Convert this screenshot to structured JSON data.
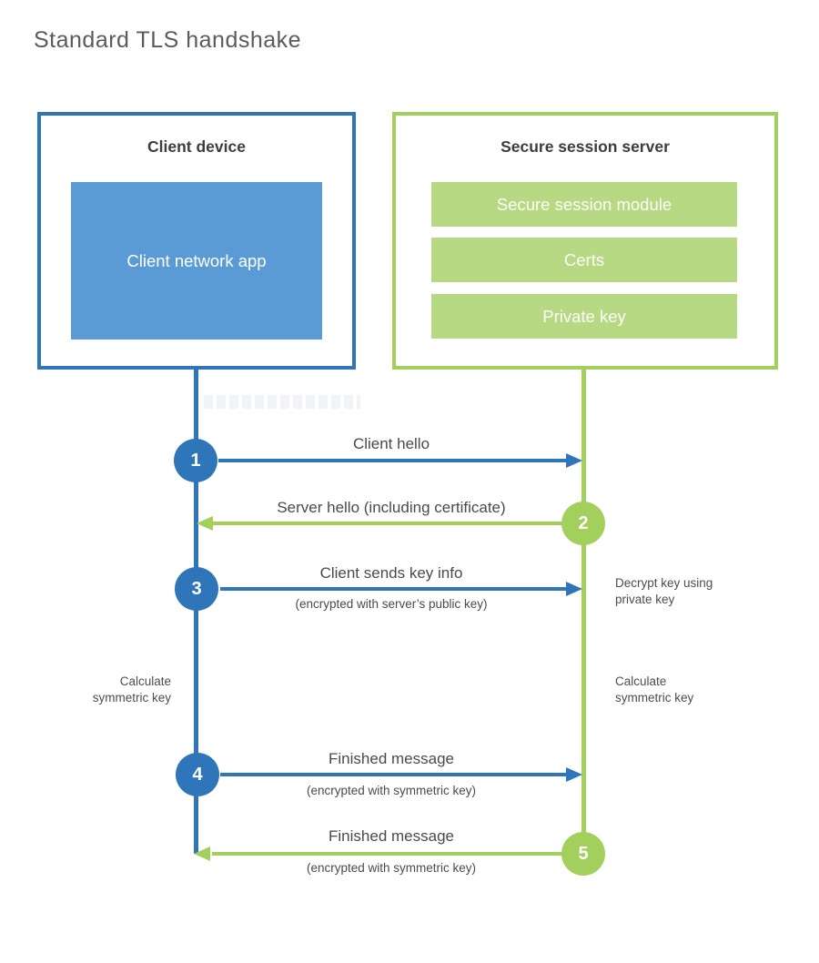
{
  "title": "Standard TLS handshake",
  "colors": {
    "blue_stroke": "#2e75b9",
    "blue_fill": "#5b9bd5",
    "green_stroke": "#a3cf5d",
    "green_fill": "#b7d983"
  },
  "client": {
    "title": "Client device",
    "app_label": "Client network app"
  },
  "server": {
    "title": "Secure session server",
    "modules": [
      "Secure session module",
      "Certs",
      "Private key"
    ]
  },
  "steps": [
    {
      "number": "1",
      "label": "Client hello",
      "from": "client",
      "to": "server"
    },
    {
      "number": "2",
      "label": "Server hello (including certificate)",
      "from": "server",
      "to": "client"
    },
    {
      "number": "3",
      "label": "Client sends key info",
      "sublabel": "(encrypted with server’s public key)",
      "from": "client",
      "to": "server",
      "side_note": "Decrypt key using private key"
    },
    {
      "number": "4",
      "label": "Finished message",
      "sublabel": "(encrypted with symmetric key)",
      "from": "client",
      "to": "server"
    },
    {
      "number": "5",
      "label": "Finished message",
      "sublabel": "(encrypted with symmetric key)",
      "from": "server",
      "to": "client"
    }
  ],
  "annotations": {
    "client_side": "Calculate symmetric key",
    "server_side": "Calculate symmetric key"
  }
}
